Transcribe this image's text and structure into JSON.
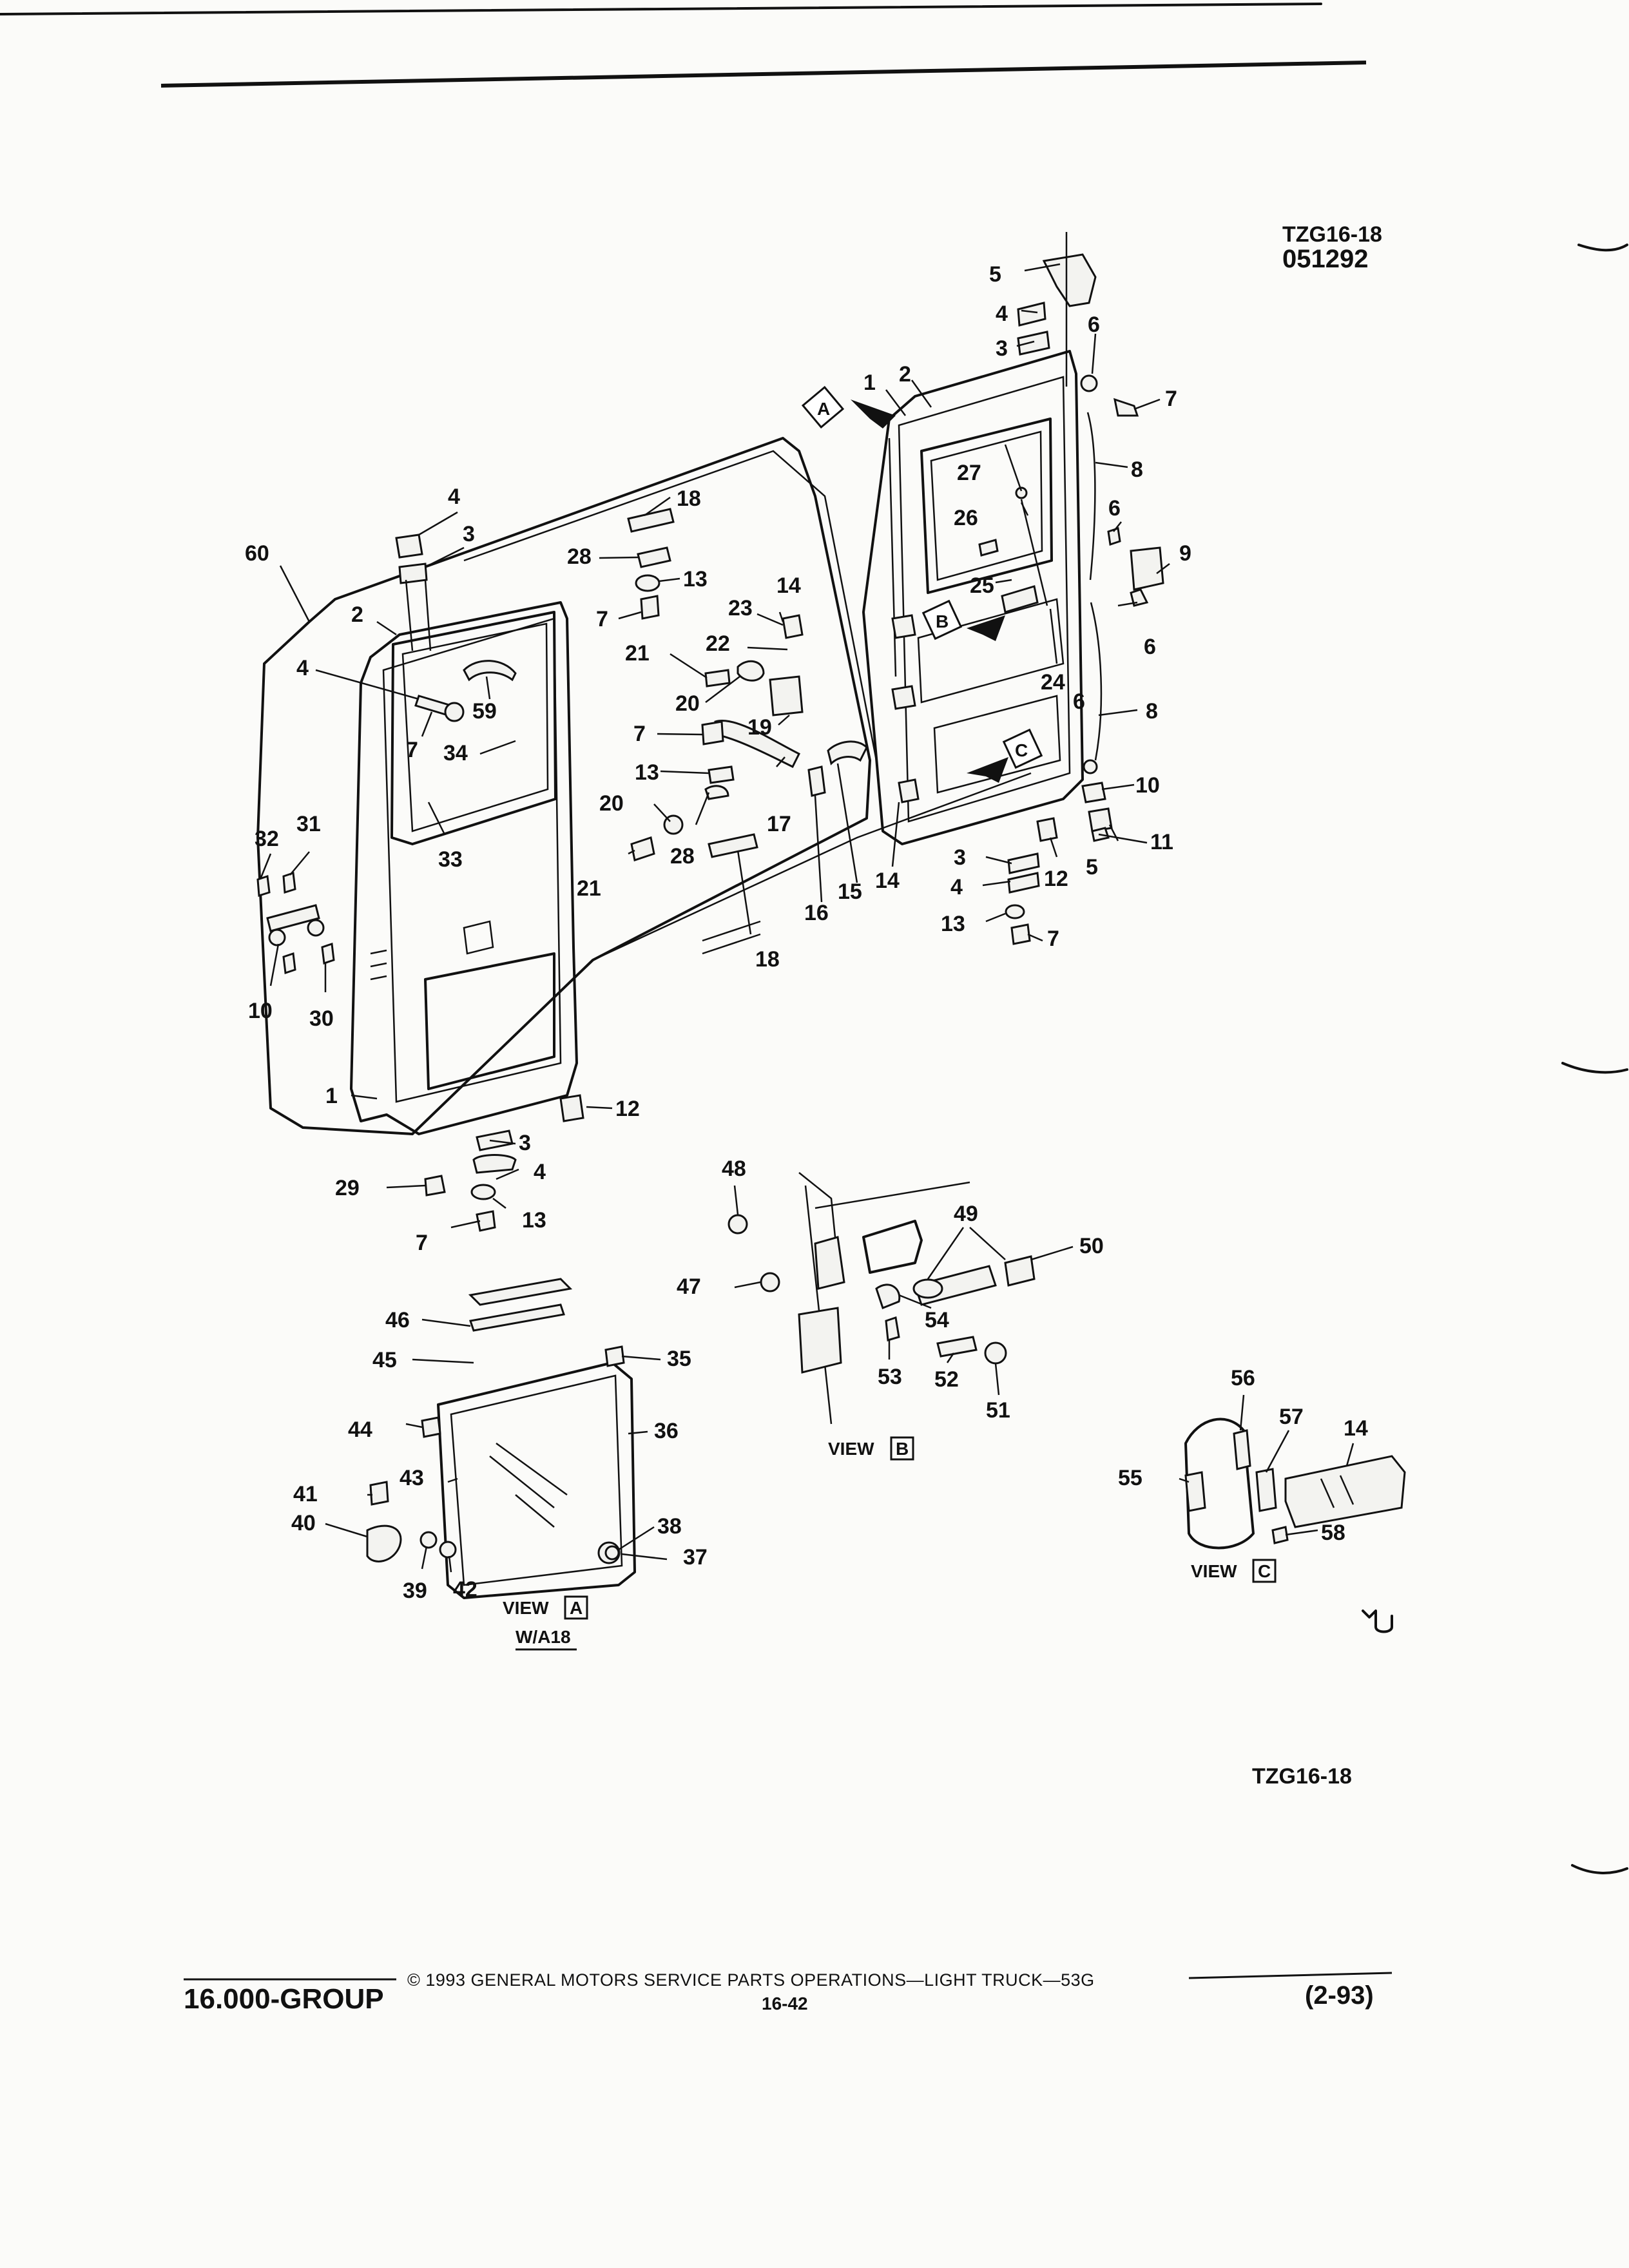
{
  "header": {
    "code": "TZG16-18",
    "date": "051292"
  },
  "footer": {
    "copyright": "© 1993 GENERAL MOTORS SERVICE PARTS OPERATIONS—LIGHT TRUCK—53G",
    "group": "16.000-GROUP",
    "page": "16-42",
    "revision": "(2-93)",
    "figure_code": "TZG16-18"
  },
  "views": {
    "a": "VIEW",
    "a_letter": "A",
    "a_note": "W/A18",
    "b": "VIEW",
    "b_letter": "B",
    "c": "VIEW",
    "c_letter": "C"
  },
  "callouts": {
    "arrow_a": "A",
    "arrow_b": "B",
    "arrow_c": "C"
  },
  "labels": [
    "1",
    "2",
    "3",
    "4",
    "5",
    "6",
    "7",
    "8",
    "9",
    "10",
    "11",
    "12",
    "13",
    "14",
    "15",
    "16",
    "17",
    "18",
    "19",
    "20",
    "21",
    "22",
    "23",
    "24",
    "25",
    "26",
    "27",
    "28",
    "29",
    "30",
    "31",
    "32",
    "33",
    "34",
    "35",
    "36",
    "37",
    "38",
    "39",
    "40",
    "41",
    "42",
    "43",
    "44",
    "45",
    "46",
    "47",
    "48",
    "49",
    "50",
    "51",
    "52",
    "53",
    "54",
    "55",
    "56",
    "57",
    "58",
    "59",
    "60"
  ]
}
